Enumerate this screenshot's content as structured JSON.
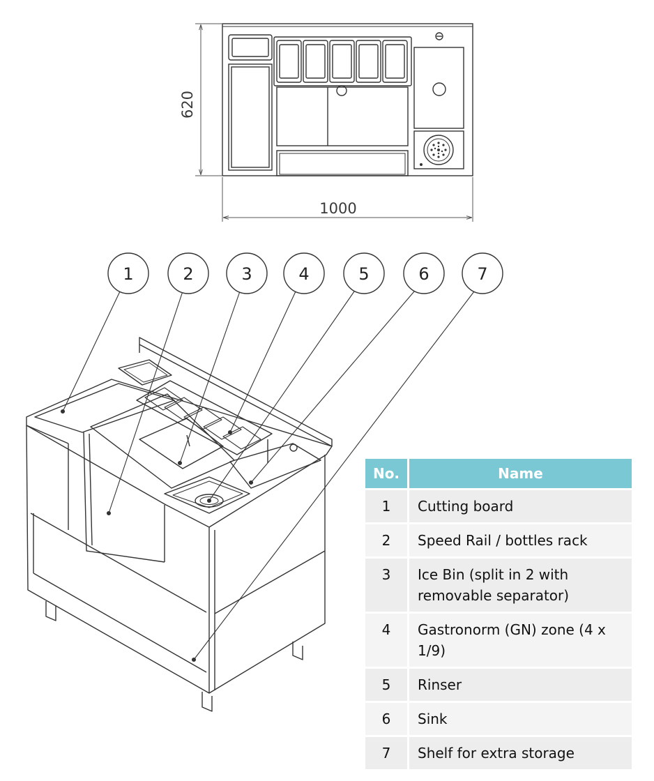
{
  "dimensions": {
    "height": "620",
    "width": "1000"
  },
  "callouts": [
    "1",
    "2",
    "3",
    "4",
    "5",
    "6",
    "7"
  ],
  "table": {
    "headers": {
      "no": "No.",
      "name": "Name"
    },
    "header_color": "#79c8d3",
    "rows": [
      {
        "no": "1",
        "name": "Cutting board"
      },
      {
        "no": "2",
        "name": "Speed Rail / bottles rack"
      },
      {
        "no": "3",
        "name": "Ice Bin (split in 2 with removable separator)"
      },
      {
        "no": "4",
        "name": "Gastronorm (GN) zone (4 x 1/9)"
      },
      {
        "no": "5",
        "name": "Rinser"
      },
      {
        "no": "6",
        "name": "Sink"
      },
      {
        "no": "7",
        "name": "Shelf for extra storage"
      }
    ]
  }
}
